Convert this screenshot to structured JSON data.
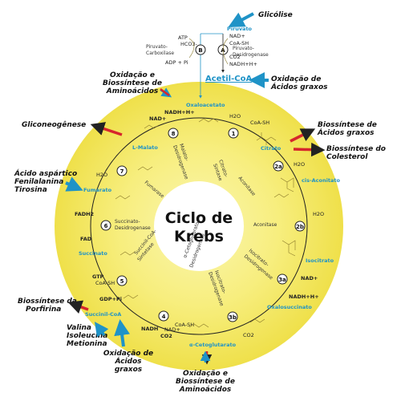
{
  "center": {
    "line1": "Ciclo de",
    "line2": "Krebs"
  },
  "colors": {
    "yellow": "#f5ea6a",
    "center": "#ffffff",
    "metabolite": "#1f93c7",
    "arrow_blue": "#1f93c7",
    "arrow_red": "#d6262c"
  },
  "top": {
    "glicolise": "Glicólise",
    "piruvato": "Piruvato",
    "atp": "ATP",
    "hco3": "HCO3-",
    "b_label": "B",
    "a_label": "A",
    "nad": "NAD+",
    "coash": "CoA-SH",
    "co2": "CO2",
    "nadh": "NADH+H+",
    "adp": "ADP + Pi",
    "carboxilase": [
      "Piruvato-",
      "Carboxilase"
    ],
    "desidrogenase": [
      "Piruvato-",
      "Desidrogenase"
    ],
    "acetilcoa": "Acetil-CoA"
  },
  "external": {
    "ox_amino_top": [
      "Oxidação e",
      "Biossíntese de",
      "Aminoácidos"
    ],
    "ox_fatty_top": [
      "Oxidação de",
      "Ácidos graxos"
    ],
    "gliconeogenese": "Gliconeogênese",
    "bio_fatty": [
      "Biossíntese de",
      "Ácidos graxos"
    ],
    "bio_col": [
      "Biossíntese do",
      "Colesterol"
    ],
    "aspartico": [
      "Ácido aspártico",
      "Fenilalanina",
      "Tirosina"
    ],
    "porfirina": [
      "Biossíntese da",
      "Porfirina"
    ],
    "valina": [
      "Valina",
      "Isoleucina",
      "Metionina"
    ],
    "ox_fatty_bot": [
      "Oxidação de",
      "Ácidos",
      "graxos"
    ],
    "ox_amino_bot": [
      "Oxidação e",
      "Biossíntese de",
      "Aminoácidos"
    ]
  },
  "metabolites": {
    "oxaloacetato": "Oxaloacetato",
    "citrato": "Citrato",
    "cisaconitato": "cis-Aconitato",
    "isocitrato": "Isocitrato",
    "oxalosuccinato": "Oxalosuccinato",
    "cetoglutarato": "α-Cetoglutarato",
    "succinilcoa": "Succinil-CoA",
    "succinato": "Succinato",
    "fumarato": "Fumarato",
    "lmalato": "L-Malato"
  },
  "steps": [
    "1",
    "2a",
    "2b",
    "3a",
    "3b",
    "4",
    "5",
    "6",
    "7",
    "8"
  ],
  "enzymes": {
    "citrato_sintase": [
      "Citrato-",
      "Sintase"
    ],
    "aconitase1": "Aconitase",
    "aconitase2": "Aconitase",
    "isocitrato_desid1": [
      "Isocitrato-",
      "Desidrogenase"
    ],
    "isocitrato_desid2": [
      "Isocitrato-",
      "Desidrogenase"
    ],
    "cetoglutarato_desid": [
      "α-Cetoglutarato-",
      "Desidrogenase"
    ],
    "succinil_sintetase": [
      "Succinil-CoA-",
      "Sintetase"
    ],
    "succinato_desid": [
      "Succinato-",
      "Desidrogenase"
    ],
    "fumarase": "Fumarase",
    "malato_desid": [
      "Malato-",
      "Desidrogenase"
    ]
  },
  "cofactors": {
    "h2o_1": "H2O",
    "coash_1": "CoA-SH",
    "h2o_2a": "H2O",
    "h2o_2b": "H2O",
    "nad_3a": "NAD+",
    "nadh_3a": "NADH+H+",
    "co2_3b": "CO2",
    "nad_4": "NAD+",
    "coash_4": "CoA-SH",
    "nadh_4": "NADH",
    "co2_4": "CO2",
    "gtp_5": "GTP",
    "coash_5": "CoA-SH",
    "gdp_5": "GDP+Pi",
    "fadh2_6": "FADH2",
    "fad_6": "FAD",
    "h2o_7": "H2O",
    "nad_8": "NAD+",
    "nadh_8": "NADH+H+"
  }
}
